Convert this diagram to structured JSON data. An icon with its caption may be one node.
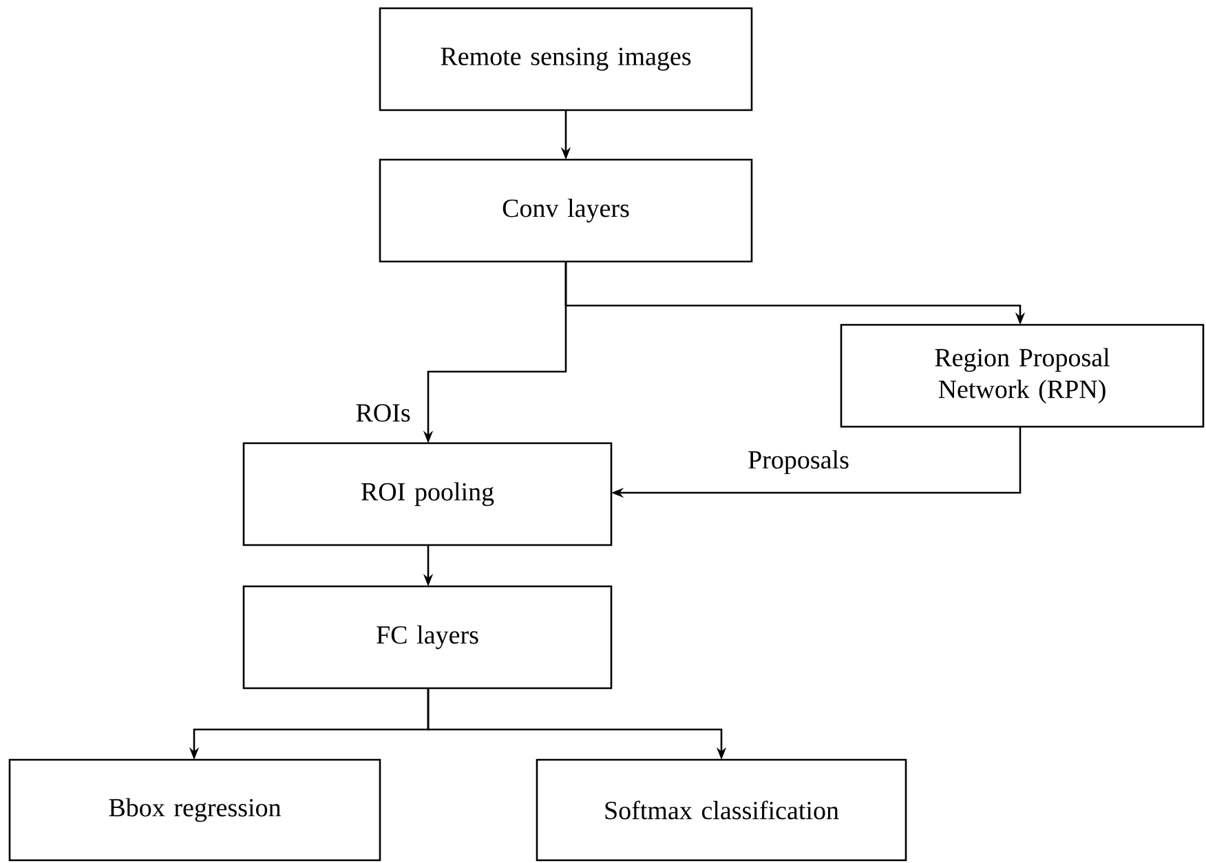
{
  "diagram": {
    "nodes": [
      {
        "text": [
          "Remote sensing images"
        ]
      },
      {
        "text": [
          "Conv layers"
        ]
      },
      {
        "text": [
          "Region Proposal Network (RPN)"
        ]
      },
      {
        "text": [
          "ROI pooling"
        ]
      },
      {
        "text": [
          "FC layers"
        ]
      },
      {
        "text": [
          "Bbox regression"
        ]
      },
      {
        "text": [
          "Softmax classification"
        ]
      }
    ],
    "edges": [
      {
        "from": 0,
        "to": 1,
        "arrow": "to"
      },
      {
        "from": 1,
        "to": 2,
        "arrow": "to"
      },
      {
        "from": 1,
        "to": 3,
        "arrow": "to",
        "label": "ROIs"
      },
      {
        "from": 2,
        "to": 3,
        "arrow": "to",
        "label": "Proposals"
      },
      {
        "from": 3,
        "to": 4,
        "arrow": "to"
      },
      {
        "from": 4,
        "to": 5,
        "arrow": "to"
      },
      {
        "from": 4,
        "to": 6,
        "arrow": "to"
      }
    ]
  }
}
